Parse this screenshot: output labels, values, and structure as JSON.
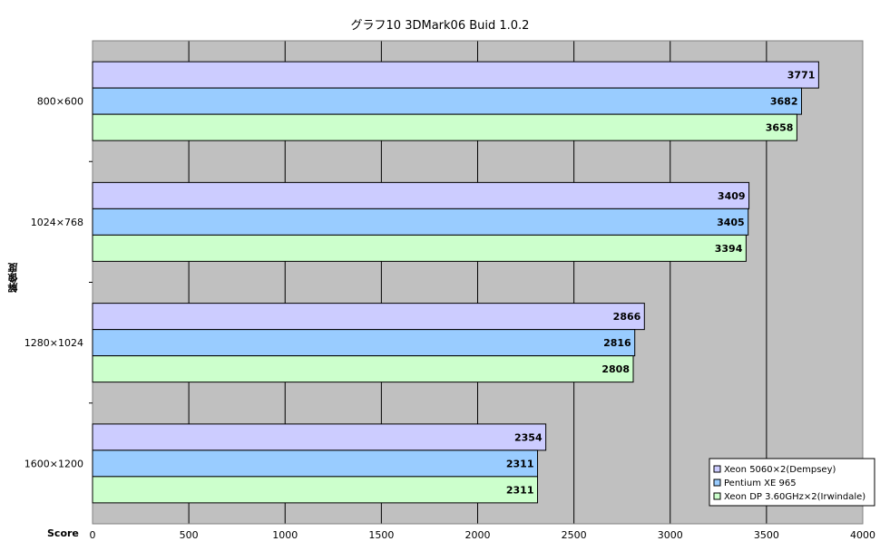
{
  "chart_data": {
    "type": "bar",
    "orientation": "horizontal",
    "title": "グラフ10  3DMark06  Buid 1.0.2",
    "xlabel": "Score",
    "ylabel": "解像度",
    "xlim": [
      0,
      4000
    ],
    "xticks": [
      0,
      500,
      1000,
      1500,
      2000,
      2500,
      3000,
      3500,
      4000
    ],
    "grid": true,
    "legend_position": "bottom-right",
    "colors": {
      "plot_background": "#c0c0c0",
      "gridline": "#000000",
      "bar_edge": "#000000"
    },
    "categories": [
      "800×600",
      "1024×768",
      "1280×1024",
      "1600×1200"
    ],
    "series": [
      {
        "name": "Xeon 5060×2(Dempsey)",
        "color": "#ccccff",
        "values": [
          3771,
          3409,
          2866,
          2354
        ]
      },
      {
        "name": "Pentium XE 965",
        "color": "#99ccff",
        "values": [
          3682,
          3405,
          2816,
          2311
        ]
      },
      {
        "name": "Xeon DP 3.60GHz×2(Irwindale)",
        "color": "#ccffcc",
        "values": [
          3658,
          3394,
          2808,
          2311
        ]
      }
    ]
  }
}
